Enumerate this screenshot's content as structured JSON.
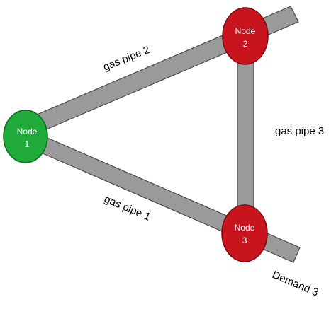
{
  "nodes": [
    {
      "id": "node-1",
      "line1": "Node",
      "line2": "1",
      "color": "#1faa3a",
      "stroke": "#0e6b20"
    },
    {
      "id": "node-2",
      "line1": "Node",
      "line2": "2",
      "color": "#c8141c",
      "stroke": "#7a0a0e"
    },
    {
      "id": "node-3",
      "line1": "Node",
      "line2": "3",
      "color": "#c8141c",
      "stroke": "#7a0a0e"
    }
  ],
  "pipes": [
    {
      "id": "pipe-1",
      "label": "gas pipe 1",
      "connects": [
        "node-1",
        "node-3"
      ]
    },
    {
      "id": "pipe-2",
      "label": "gas pipe 2",
      "connects": [
        "node-1",
        "node-2"
      ]
    },
    {
      "id": "pipe-3",
      "label": "gas pipe 3",
      "connects": [
        "node-2",
        "node-3"
      ]
    }
  ],
  "demand": {
    "label": "Demand 3",
    "node": "node-3"
  },
  "colors": {
    "pipe_fill": "#9a9a9a",
    "pipe_stroke": "#4a4a4a",
    "text": "#000000",
    "node_text": "#ffffff"
  }
}
